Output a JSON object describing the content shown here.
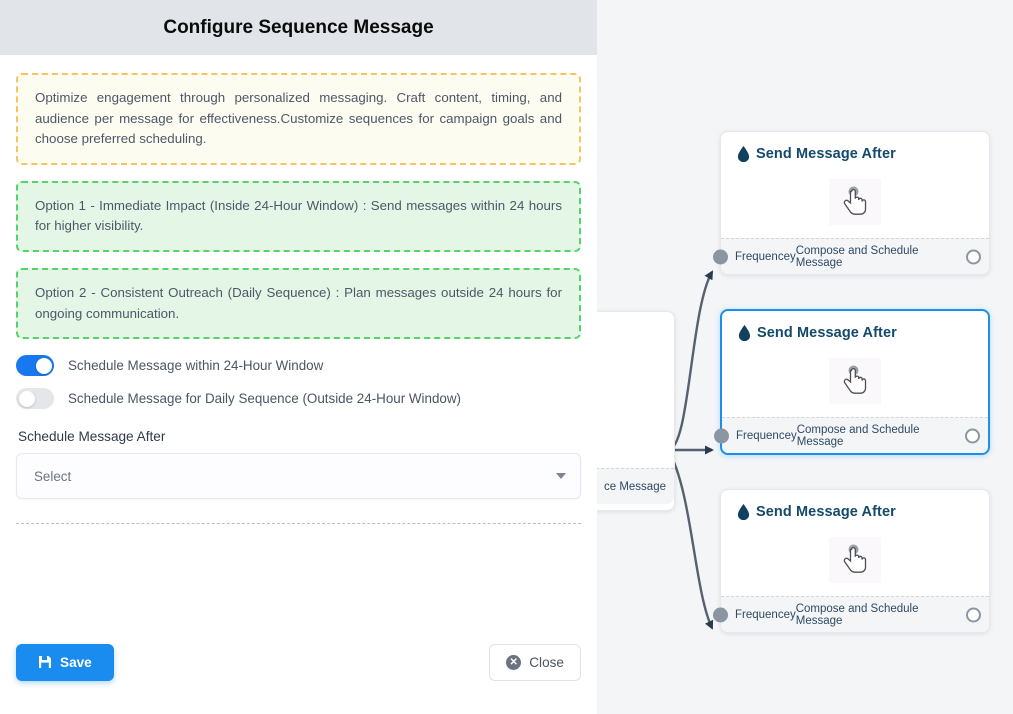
{
  "modal": {
    "title": "Configure Sequence Message",
    "notes": [
      {
        "kind": "warn",
        "text": "Optimize engagement through personalized messaging. Craft content, timing, and audience per message for effectiveness.Customize sequences for campaign goals and choose preferred scheduling."
      },
      {
        "kind": "good",
        "text": "Option 1 - Immediate Impact (Inside 24-Hour Window) : Send messages within 24 hours for higher visibility."
      },
      {
        "kind": "good",
        "text": "Option 2 - Consistent Outreach (Daily Sequence) : Plan messages outside 24 hours for ongoing communication."
      }
    ],
    "toggles": [
      {
        "label": "Schedule Message within 24-Hour Window",
        "state": "on"
      },
      {
        "label": "Schedule Message for Daily Sequence (Outside 24-Hour Window)",
        "state": "off"
      }
    ],
    "field": {
      "label": "Schedule Message After",
      "value": "Select",
      "placeholder": "Select"
    },
    "footer": {
      "save_label": "Save",
      "save_icon": "save-floppy-icon",
      "close_label": "Close",
      "close_icon": "circle-x-icon"
    }
  },
  "canvas": {
    "background": "#f4f5f7",
    "edge_color": "#56606f",
    "selected_color": "#1a90e8",
    "nodes": [
      {
        "title": "Send Message After",
        "icon": "droplet-icon",
        "body_icon": "pointing-hand-cursor-icon",
        "foot_left": "Frequencey",
        "foot_right": "Compose and Schedule Message",
        "selected": false
      },
      {
        "title": "Send Message After",
        "icon": "droplet-icon",
        "body_icon": "pointing-hand-cursor-icon",
        "foot_left": "Frequencey",
        "foot_right": "Compose and Schedule Message",
        "selected": true
      },
      {
        "title": "Send Message After",
        "icon": "droplet-icon",
        "body_icon": "pointing-hand-cursor-icon",
        "foot_left": "Frequencey",
        "foot_right": "Compose and Schedule Message",
        "selected": false
      }
    ],
    "partial_node": {
      "foot_right": "ce Message"
    }
  }
}
